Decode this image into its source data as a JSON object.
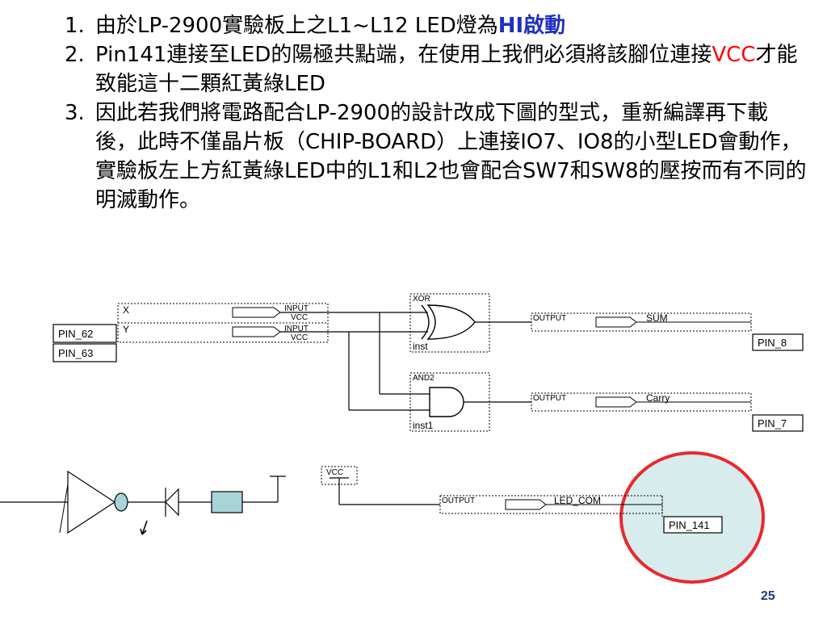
{
  "bullets": [
    {
      "num": "1.",
      "parts": [
        {
          "text": "由於LP-2900實驗板上之L1~L12 LED燈為",
          "style": ""
        },
        {
          "text": "HI啟動",
          "style": "hl-blue"
        }
      ]
    },
    {
      "num": "2.",
      "parts": [
        {
          "text": "Pin141連接至LED的陽極共點端，在使用上我們必須將該腳位連接",
          "style": ""
        },
        {
          "text": "VCC",
          "style": "hl-red"
        },
        {
          "text": "才能致能這十二顆紅黃綠LED",
          "style": ""
        }
      ]
    },
    {
      "num": "3.",
      "parts": [
        {
          "text": "因此若我們將電路配合LP-2900的設計改成下圖的型式，重新編譯再下載後，此時不僅晶片板（CHIP-BOARD）上連接IO7、IO8的小型LED會動作，實驗板左上方紅黃綠LED中的L1和L2也會配合SW7和SW8的壓按而有不同的明滅動作。",
          "style": ""
        }
      ]
    }
  ],
  "schematic": {
    "input_x_name": "X",
    "input_y_name": "Y",
    "input_tag": "INPUT",
    "vcc_tag": "VCC",
    "pin_62": "PIN_62",
    "pin_63": "PIN_63",
    "xor_type": "XOR",
    "xor_inst": "inst",
    "and_type": "AND2",
    "and_inst": "inst1",
    "output_tag": "OUTPUT",
    "sum_name": "SUM",
    "carry_name": "Carry",
    "led_com_name": "LED_COM",
    "vcc_symbol": "VCC",
    "pin_8": "PIN_8",
    "pin_7": "PIN_7",
    "pin_141": "PIN_141"
  },
  "colors": {
    "highlight_circle_stroke": "#e8292e",
    "highlight_circle_fill": "#d7ecec",
    "led_resistor_fill": "#a8d4d8",
    "led_bulb_fill": "#a8d4d8"
  },
  "page_number": "25"
}
